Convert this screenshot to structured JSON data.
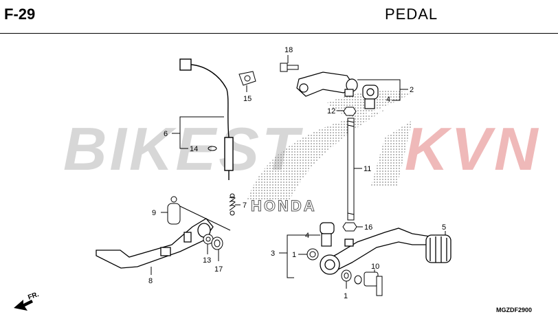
{
  "header": {
    "code": "F-29",
    "title": "PEDAL"
  },
  "watermark": {
    "part_a": "BIKEST",
    "part_b": "KVN",
    "colors": {
      "grey": "#969696",
      "red": "#d75050"
    }
  },
  "logo": {
    "text": "HONDA"
  },
  "figure_code": "MGZDF2900",
  "front_arrow": {
    "label": "FR."
  },
  "callouts": {
    "c18": "18",
    "c15": "15",
    "c2": "2",
    "c4_top": "4",
    "c12": "12",
    "c6": "6",
    "c14": "14",
    "c11": "11",
    "c7": "7",
    "c9": "9",
    "c16": "16",
    "c5": "5",
    "c4_bot": "4",
    "c3": "3",
    "c1_left": "1",
    "c13": "13",
    "c17": "17",
    "c8": "8",
    "c10": "10",
    "c1_bottom": "1"
  }
}
